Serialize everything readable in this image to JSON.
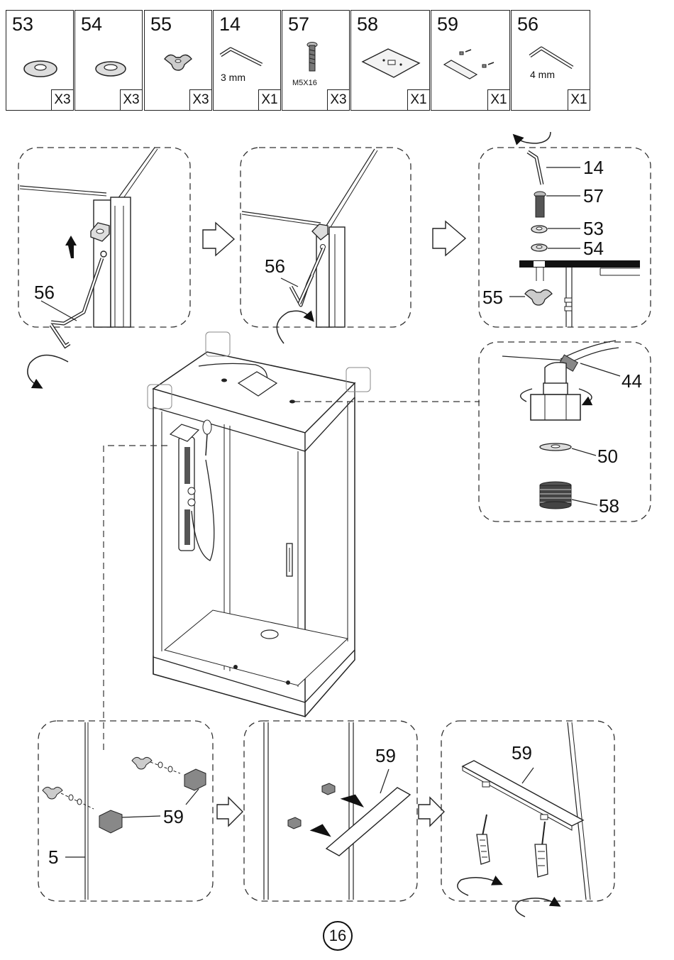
{
  "parts": [
    {
      "number": "53",
      "qty": "X3",
      "size": "",
      "icon": "flat-washer-icon"
    },
    {
      "number": "54",
      "qty": "X3",
      "size": "",
      "icon": "flat-washer-icon"
    },
    {
      "number": "55",
      "qty": "X3",
      "size": "",
      "icon": "wing-nut-icon"
    },
    {
      "number": "14",
      "qty": "X1",
      "size": "3 mm",
      "icon": "allen-key-icon"
    },
    {
      "number": "57",
      "qty": "X3",
      "size": "M5X16",
      "icon": "bolt-icon"
    },
    {
      "number": "58",
      "qty": "X1",
      "size": "",
      "icon": "mounting-plate-icon"
    },
    {
      "number": "59",
      "qty": "X1",
      "size": "",
      "icon": "shelf-kit-icon"
    },
    {
      "number": "56",
      "qty": "X1",
      "size": "4 mm",
      "icon": "allen-key-icon"
    }
  ],
  "callouts": {
    "step1_tool": "56",
    "step2_tool": "56",
    "step3": {
      "key": "14",
      "bolt": "57",
      "washer_a": "53",
      "washer_b": "54",
      "nut": "55"
    },
    "detail_right": {
      "hose": "44",
      "washer": "50",
      "thread": "58"
    },
    "bottom1": {
      "shelf_clip": "59",
      "panel": "5"
    },
    "bottom2": {
      "shelf": "59"
    },
    "bottom3": {
      "shelf": "59"
    }
  },
  "page_number": "16"
}
